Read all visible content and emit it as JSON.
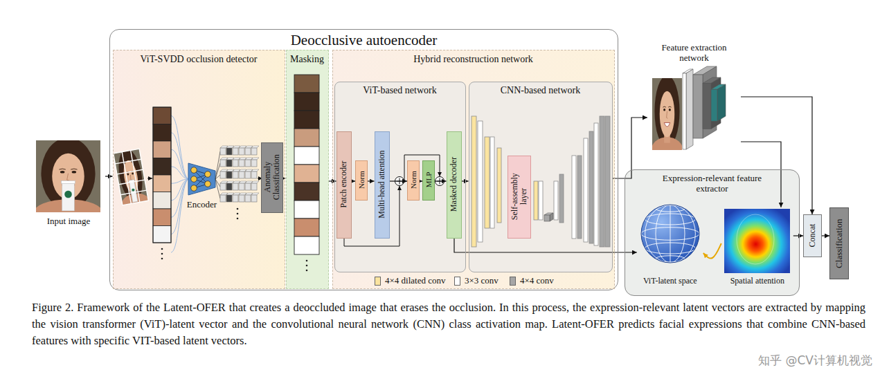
{
  "diagram": {
    "caption": "Figure 2. Framework of the Latent-OFER that creates a deoccluded image that erases the occlusion. In this process, the expression-relevant latent vectors are extracted by mapping the vision transformer (ViT)-latent vector and the convolutional neural network (CNN) class activation map. Latent-OFER predicts facial expressions that combine CNN-based features with specific VIT-based latent vectors.",
    "nodes": [
      {
        "text": [
          "Input image"
        ]
      },
      {
        "text": [
          "Deocclusive autoencoder"
        ]
      },
      {
        "text": [
          "ViT-SVDD occlusion detector"
        ],
        "in": 1
      },
      {
        "text": [
          "Encoder"
        ],
        "in": 2
      },
      {
        "text": [
          "Anomaly Classification"
        ],
        "in": 2
      },
      {
        "text": [
          "Masking"
        ],
        "in": 1
      },
      {
        "text": [
          "Hybrid reconstruction network"
        ],
        "in": 1
      },
      {
        "text": [
          "ViT-based network"
        ],
        "in": 6
      },
      {
        "text": [
          "Patch encoder"
        ],
        "in": 7
      },
      {
        "text": [
          "Norm"
        ],
        "in": 7
      },
      {
        "text": [
          "Multi-head attention"
        ],
        "in": 7
      },
      {
        "text": [
          "Norm"
        ],
        "in": 7
      },
      {
        "text": [
          "MLP"
        ],
        "in": 7
      },
      {
        "text": [
          "Masked decoder"
        ],
        "in": 7
      },
      {
        "text": [
          "CNN-based network"
        ],
        "in": 6
      },
      {
        "text": [
          "Self-assembly layer"
        ],
        "in": 14
      },
      {
        "text": [
          "Feature extraction network"
        ]
      },
      {
        "text": [
          "Expression-relevant feature extractor"
        ]
      },
      {
        "text": [
          "ViT-latent space"
        ],
        "in": 17
      },
      {
        "text": [
          "Spatial attention"
        ],
        "in": 17
      },
      {
        "text": [
          "Concat"
        ]
      },
      {
        "text": [
          "Classification"
        ]
      }
    ],
    "edges": [
      {
        "from": 0,
        "to": 2,
        "arrow": "to"
      },
      {
        "from": 4,
        "to": 5,
        "arrow": "to"
      },
      {
        "from": 5,
        "to": 8,
        "arrow": "to"
      },
      {
        "from": 8,
        "to": 9,
        "arrow": "to"
      },
      {
        "from": 9,
        "to": 10,
        "arrow": "to"
      },
      {
        "from": 10,
        "to": 11,
        "arrow": "to"
      },
      {
        "from": 11,
        "to": 12,
        "arrow": "to"
      },
      {
        "from": 12,
        "to": 13,
        "arrow": "to"
      },
      {
        "from": 13,
        "to": 14,
        "arrow": "to"
      },
      {
        "from": 14,
        "to": 16,
        "arrow": "to"
      },
      {
        "from": 13,
        "to": 18,
        "arrow": "to"
      },
      {
        "from": 16,
        "to": 19,
        "arrow": "to"
      },
      {
        "from": 16,
        "to": 20,
        "arrow": "to"
      },
      {
        "from": 19,
        "to": 18,
        "arrow": "to"
      },
      {
        "from": 19,
        "to": 20,
        "arrow": "to"
      },
      {
        "from": 20,
        "to": 21,
        "arrow": "to"
      }
    ],
    "labels": [
      "知乎 @CV计算机视觉"
    ],
    "legend": [
      {
        "text": "4×4 dilated conv",
        "color": "#fbe4a0"
      },
      {
        "text": "3×3 conv",
        "color": "#ffffff"
      },
      {
        "text": "4×4 conv",
        "color": "#a6a6a6"
      }
    ]
  }
}
